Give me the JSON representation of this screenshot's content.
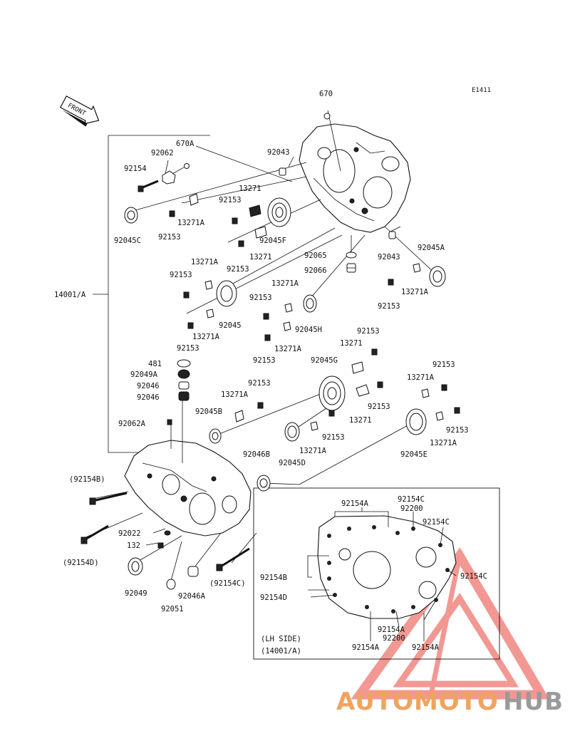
{
  "diagram_code": "E1411",
  "front_label": "FRONT",
  "assembly_label": "14001/A",
  "lh_side": {
    "line1": "(LH SIDE)",
    "line2": "(14001/A)"
  },
  "watermark": {
    "part1": "AUTOMOTO",
    "part2": "HUB",
    "color1": "#f0a35e",
    "color2": "#9a9a9a",
    "logo_color": "#e8453c"
  },
  "labels": {
    "p670": "670",
    "p670A": "670A",
    "p92062": "92062",
    "p92154": "92154",
    "p92045C": "92045C",
    "p92043_top": "92043",
    "p13271_a": "13271",
    "p92153_a": "92153",
    "p13271A_a": "13271A",
    "p92153_b": "92153",
    "p92045F": "92045F",
    "p13271_b": "13271",
    "p92153_c": "92153",
    "p92065": "92065",
    "p92066": "92066",
    "p92043_mid": "92043",
    "p92045A": "92045A",
    "p13271A_b": "13271A",
    "p92153_d": "92153",
    "p92153_e": "92153",
    "p13271A_c": "13271A",
    "p13271A_d": "13271A",
    "p92153_f": "92153",
    "p92045": "92045",
    "p92153_g": "92153",
    "p13271A_e": "13271A",
    "p92045H": "92045H",
    "p13271A_f": "13271A",
    "p92153_h": "92153",
    "p92153_i": "92153",
    "p13271_c": "13271",
    "p481": "481",
    "p92049A": "92049A",
    "p92045G": "92045G",
    "p92046_a": "92046",
    "p92046_b": "92046",
    "p92153_j": "92153",
    "p13271A_g": "13271A",
    "p92153_k": "92153",
    "p13271A_h": "13271A",
    "p92045B": "92045B",
    "p92153_l": "92153",
    "p13271_d": "13271",
    "p92153_m": "92153",
    "p92062A": "92062A",
    "p92153_n": "92153",
    "p13271A_i": "13271A",
    "p13271A_j": "13271A",
    "p92045D": "92045D",
    "p92045E": "92045E",
    "p92046B": "92046B",
    "p92154B": "(92154B)",
    "p92022": "92022",
    "p132": "132",
    "p92154D": "(92154D)",
    "p92049": "92049",
    "p92051": "92051",
    "p92046A": "92046A",
    "p92154C_left": "(92154C)",
    "lh_92154A_top": "92154A",
    "lh_92154C_top": "92154C",
    "lh_92200_top": "92200",
    "lh_92154C_r1": "92154C",
    "lh_92154B": "92154B",
    "lh_92154C_r2": "92154C",
    "lh_92154D": "92154D",
    "lh_92154A_mid": "92154A",
    "lh_92200_mid": "92200",
    "lh_92154A_bl": "92154A",
    "lh_92154A_br": "92154A"
  }
}
